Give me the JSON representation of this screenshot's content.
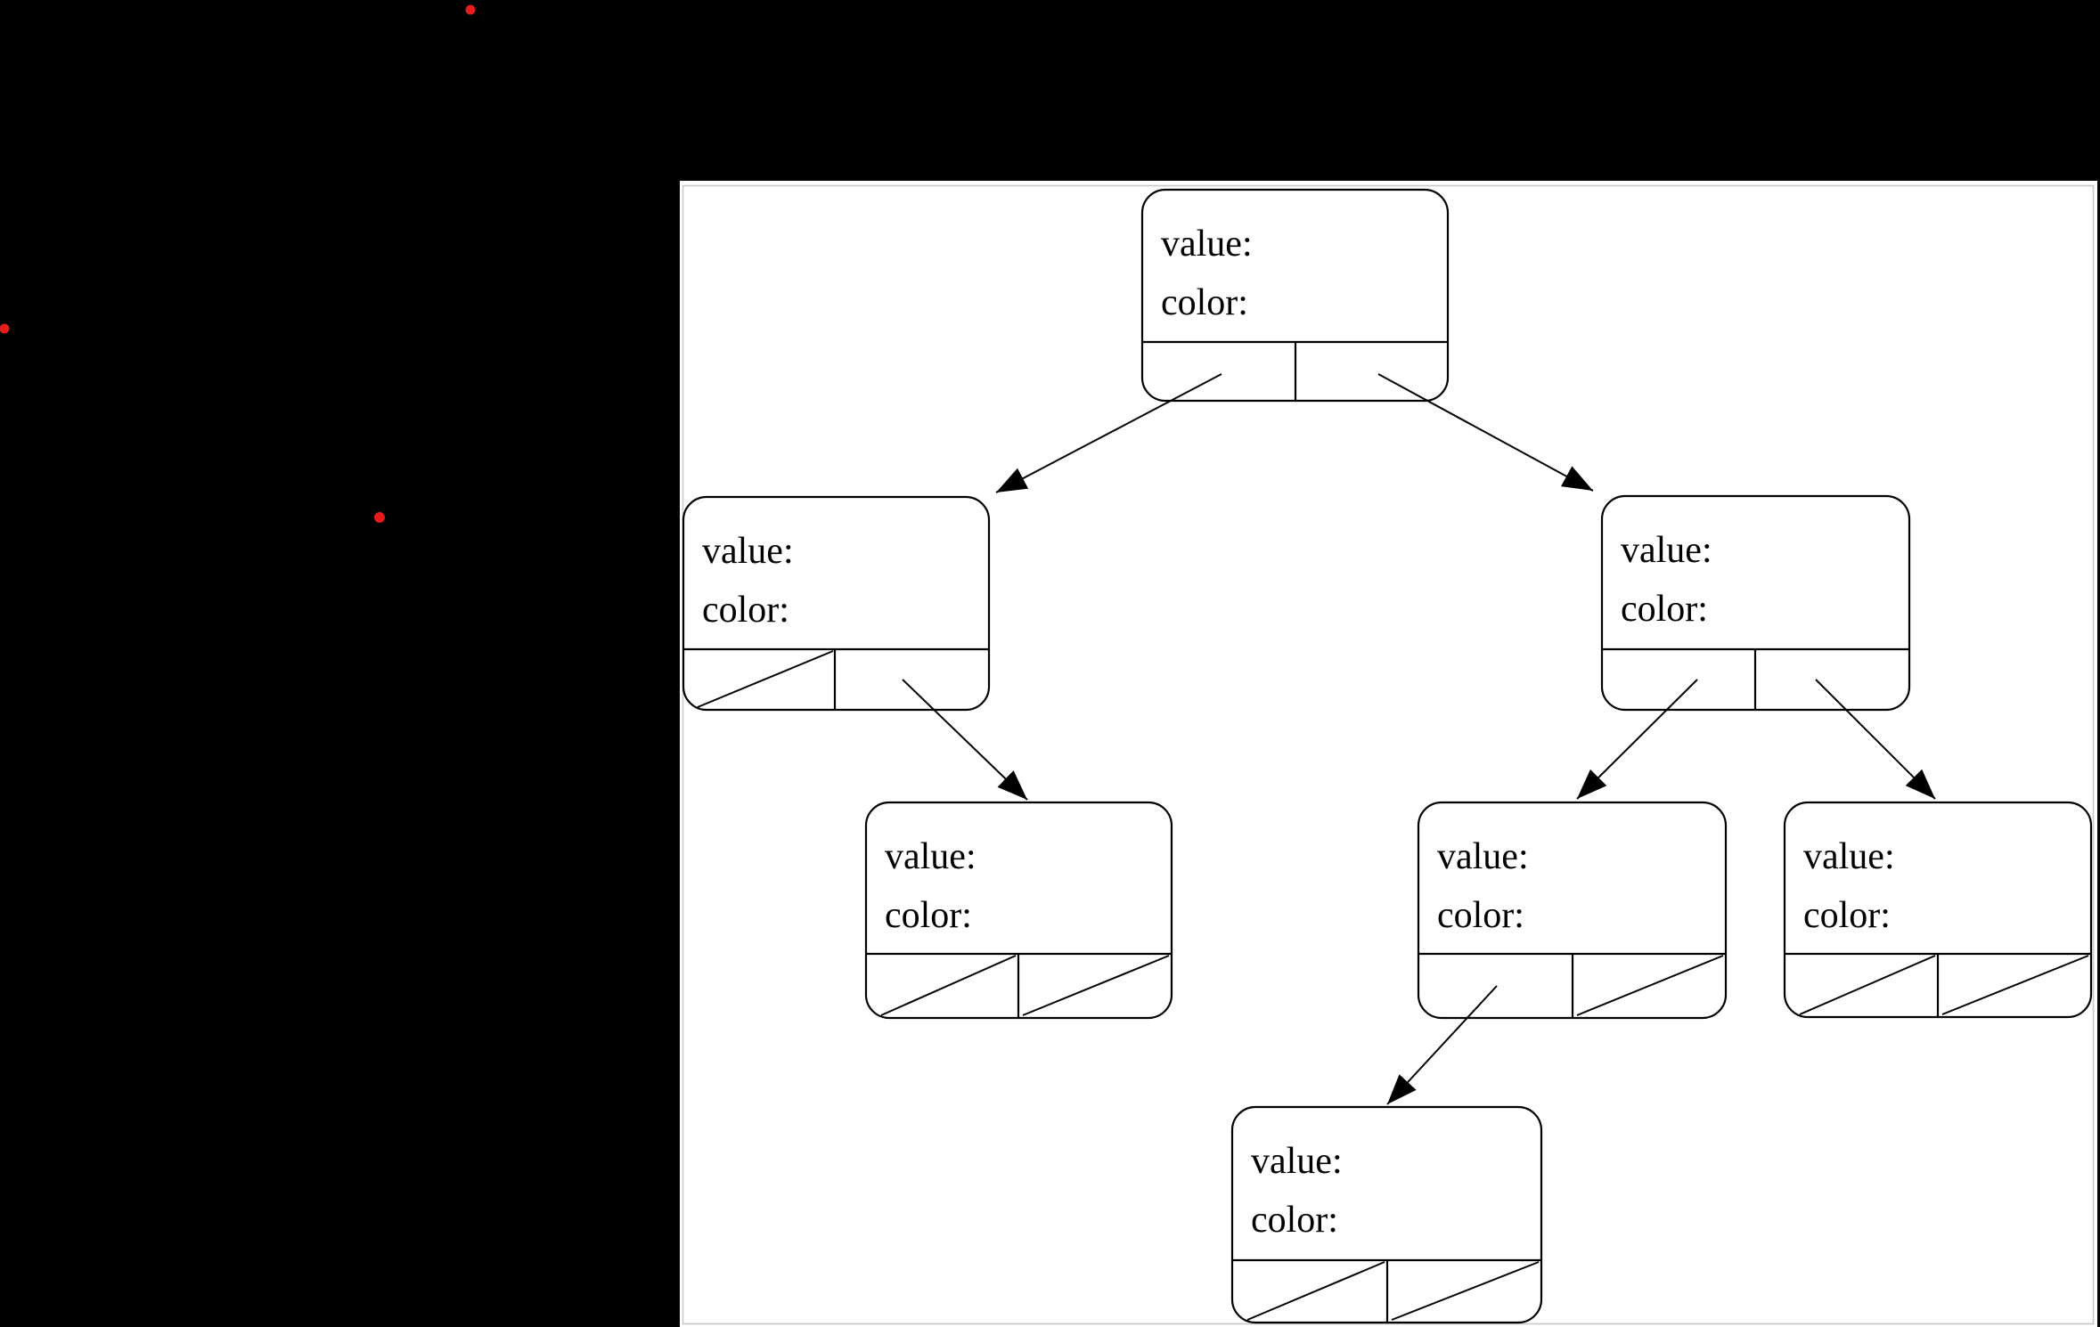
{
  "page": {
    "background_color": "#000000",
    "panel_background_color": "#ffffff",
    "panel_border_color": "#c9c9c9",
    "line_color": "#000000",
    "red_dot_color": "#e51c1c"
  },
  "tree": {
    "nodes": [
      {
        "id": "root",
        "value_label": "value:",
        "color_label": "color:",
        "left_pointer": "arrow-to-child",
        "right_pointer": "arrow-to-child"
      },
      {
        "id": "left-child",
        "value_label": "value:",
        "color_label": "color:",
        "left_pointer": "null",
        "right_pointer": "arrow-to-child"
      },
      {
        "id": "right-child",
        "value_label": "value:",
        "color_label": "color:",
        "left_pointer": "arrow-to-child",
        "right_pointer": "arrow-to-child"
      },
      {
        "id": "left-right-grandchild",
        "value_label": "value:",
        "color_label": "color:",
        "left_pointer": "null",
        "right_pointer": "null"
      },
      {
        "id": "right-left-grandchild",
        "value_label": "value:",
        "color_label": "color:",
        "left_pointer": "arrow-to-child",
        "right_pointer": "null"
      },
      {
        "id": "right-right-grandchild",
        "value_label": "value:",
        "color_label": "color:",
        "left_pointer": "null",
        "right_pointer": "null"
      },
      {
        "id": "bottom-great-grandchild",
        "value_label": "value:",
        "color_label": "color:",
        "left_pointer": "null",
        "right_pointer": "null"
      }
    ]
  }
}
